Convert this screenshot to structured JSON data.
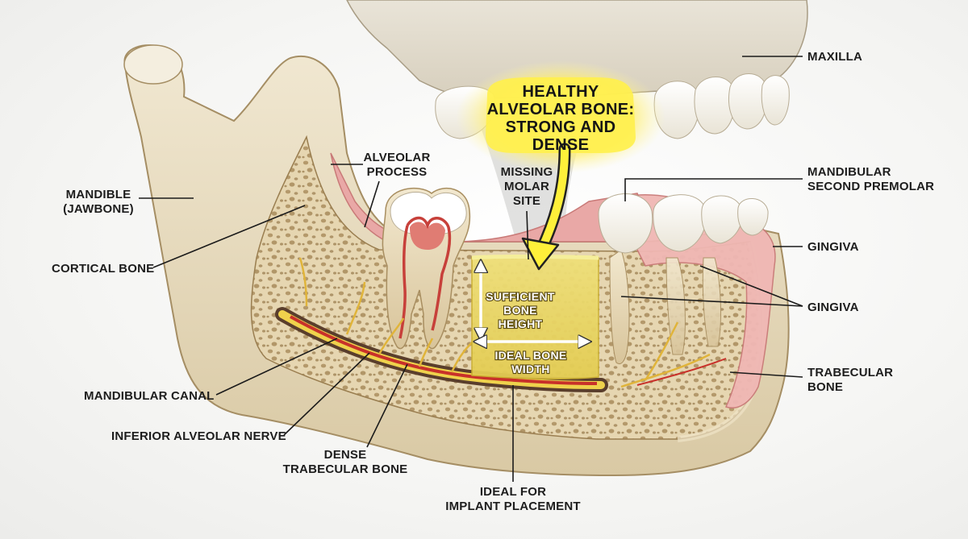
{
  "labels": {
    "maxilla": "MAXILLA",
    "mandible_1": "MANDIBLE",
    "mandible_2": "(JAWBONE)",
    "alveolar_process_1": "ALVEOLAR",
    "alveolar_process_2": "PROCESS",
    "missing_molar_1": "MISSING",
    "missing_molar_2": "MOLAR",
    "missing_molar_3": "SITE",
    "second_premolar_1": "MANDIBULAR",
    "second_premolar_2": "SECOND PREMOLAR",
    "gingiva_upper": "GINGIVA",
    "gingiva_lower": "GINGIVA",
    "cortical_bone": "CORTICAL BONE",
    "trabecular_bone_1": "TRABECULAR",
    "trabecular_bone_2": "BONE",
    "mandibular_canal": "MANDIBULAR CANAL",
    "inferior_alveolar_nerve": "INFERIOR ALVEOLAR NERVE",
    "dense_trabecular_1": "DENSE",
    "dense_trabecular_2": "TRABECULAR BONE",
    "ideal_implant_1": "IDEAL FOR",
    "ideal_implant_2": "IMPLANT PLACEMENT"
  },
  "callout": {
    "line1": "HEALTHY",
    "line2": "ALVEOLAR BONE:",
    "line3": "STRONG AND",
    "line4": "DENSE"
  },
  "measurements": {
    "height_1": "SUFFICIENT",
    "height_2": "BONE",
    "height_3": "HEIGHT",
    "width_1": "IDEAL BONE",
    "width_2": "WIDTH"
  },
  "colors": {
    "bone": "#e8dcc0",
    "gingiva": "#e8a3a3",
    "highlight": "#f2e04a",
    "nerve": "#c8312a"
  }
}
